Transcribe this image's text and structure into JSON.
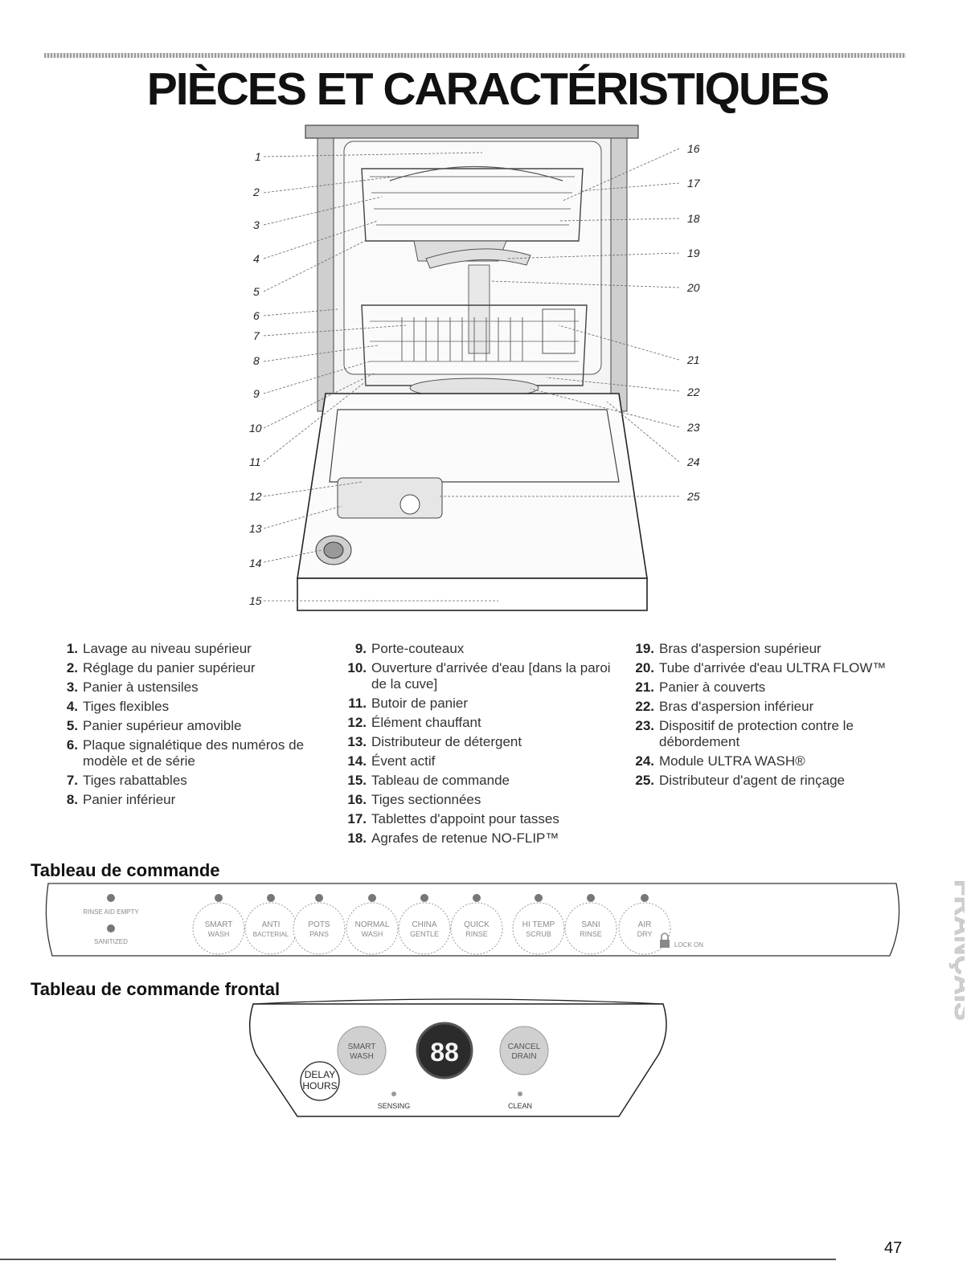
{
  "page": {
    "title": "PIÈCES ET CARACTÉRISTIQUES",
    "number": "47",
    "side_tab": "FRANÇAIS"
  },
  "diagram": {
    "callouts": [
      "1",
      "2",
      "3",
      "4",
      "5",
      "6",
      "7",
      "8",
      "9",
      "10",
      "11",
      "12",
      "13",
      "14",
      "15",
      "16",
      "17",
      "18",
      "19",
      "20",
      "21",
      "22",
      "23",
      "24",
      "25"
    ]
  },
  "parts": {
    "col1": [
      {
        "num": "1.",
        "text": "Lavage au niveau supérieur"
      },
      {
        "num": "2.",
        "text": "Réglage du panier supérieur"
      },
      {
        "num": "3.",
        "text": "Panier à ustensiles"
      },
      {
        "num": "4.",
        "text": "Tiges flexibles"
      },
      {
        "num": "5.",
        "text": "Panier supérieur amovible"
      },
      {
        "num": "6.",
        "text": "Plaque signalétique des numéros de modèle et de série"
      },
      {
        "num": "7.",
        "text": "Tiges rabattables"
      },
      {
        "num": "8.",
        "text": "Panier inférieur"
      }
    ],
    "col2": [
      {
        "num": "9.",
        "text": "Porte-couteaux"
      },
      {
        "num": "10.",
        "text": "Ouverture d'arrivée d'eau [dans la paroi de la cuve]"
      },
      {
        "num": "11.",
        "text": "Butoir de panier"
      },
      {
        "num": "12.",
        "text": "Élément chauffant"
      },
      {
        "num": "13.",
        "text": "Distributeur de détergent"
      },
      {
        "num": "14.",
        "text": "Évent actif"
      },
      {
        "num": "15.",
        "text": "Tableau de commande"
      },
      {
        "num": "16.",
        "text": "Tiges sectionnées"
      },
      {
        "num": "17.",
        "text": "Tablettes d'appoint pour tasses"
      },
      {
        "num": "18.",
        "text": "Agrafes de retenue NO-FLIP™"
      }
    ],
    "col3": [
      {
        "num": "19.",
        "text": "Bras d'aspersion supérieur"
      },
      {
        "num": "20.",
        "text": "Tube d'arrivée d'eau ULTRA FLOW™"
      },
      {
        "num": "21.",
        "text": "Panier à couverts"
      },
      {
        "num": "22.",
        "text": "Bras d'aspersion inférieur"
      },
      {
        "num": "23.",
        "text": "Dispositif de protection contre le débordement"
      },
      {
        "num": "24.",
        "text": "Module ULTRA WASH®"
      },
      {
        "num": "25.",
        "text": "Distributeur d'agent de rinçage"
      }
    ]
  },
  "control_panel": {
    "heading": "Tableau de commande",
    "status_labels": [
      "RINSE AID EMPTY",
      "SANITIZED"
    ],
    "buttons": [
      {
        "line1": "SMART",
        "line2": "WASH"
      },
      {
        "line1": "ANTI",
        "line2": "BACTERIAL"
      },
      {
        "line1": "POTS",
        "line2": "PANS"
      },
      {
        "line1": "NORMAL",
        "line2": "WASH"
      },
      {
        "line1": "CHINA",
        "line2": "GENTLE"
      },
      {
        "line1": "QUICK",
        "line2": "RINSE"
      },
      {
        "line1": "HI TEMP",
        "line2": "SCRUB"
      },
      {
        "line1": "SANI",
        "line2": "RINSE"
      },
      {
        "line1": "AIR",
        "line2": "DRY"
      }
    ],
    "lock_label": "LOCK ON"
  },
  "front_panel": {
    "heading": "Tableau de commande frontal",
    "delay_label_1": "DELAY",
    "delay_label_2": "HOURS",
    "display": "88",
    "left_button": {
      "line1": "SMART",
      "line2": "WASH"
    },
    "right_button": {
      "line1": "CANCEL",
      "line2": "DRAIN"
    },
    "indicator_sensing": "SENSING",
    "indicator_clean": "CLEAN"
  }
}
